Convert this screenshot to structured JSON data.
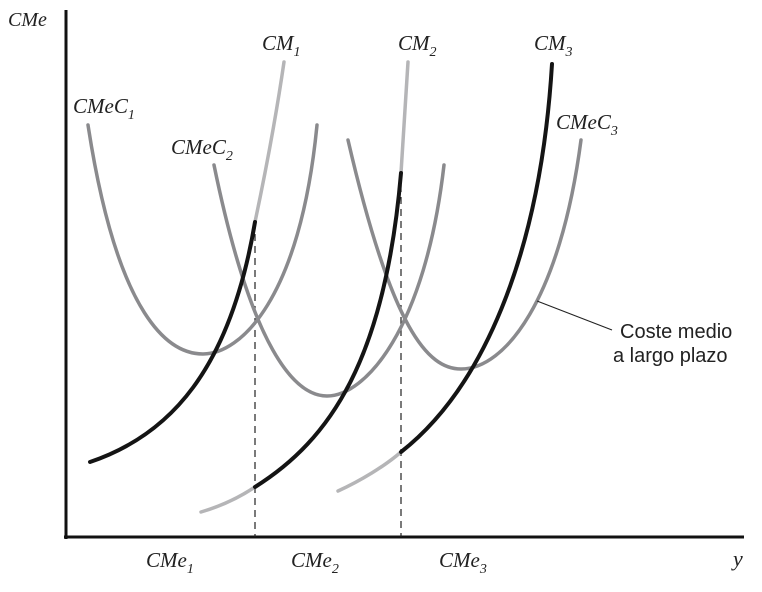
{
  "axes": {
    "y_label": "CMe",
    "x_label": "y",
    "x_ticks": [
      {
        "main": "CMe",
        "sub": "1"
      },
      {
        "main": "CMe",
        "sub": "2"
      },
      {
        "main": "CMe",
        "sub": "3"
      }
    ]
  },
  "curves": {
    "short_run_average_cost": [
      {
        "main": "CMeC",
        "sub": "1"
      },
      {
        "main": "CMeC",
        "sub": "2"
      },
      {
        "main": "CMeC",
        "sub": "3"
      }
    ],
    "marginal_cost": [
      {
        "main": "CM",
        "sub": "1"
      },
      {
        "main": "CM",
        "sub": "2"
      },
      {
        "main": "CM",
        "sub": "3"
      }
    ]
  },
  "annotation": {
    "line1": "Coste medio",
    "line2": "a largo plazo"
  },
  "colors": {
    "short_run_curves": "#8a8a8d",
    "marginal_cost_light": "#b5b5b7",
    "marginal_cost_dark": "#141414",
    "axis": "#111111"
  }
}
